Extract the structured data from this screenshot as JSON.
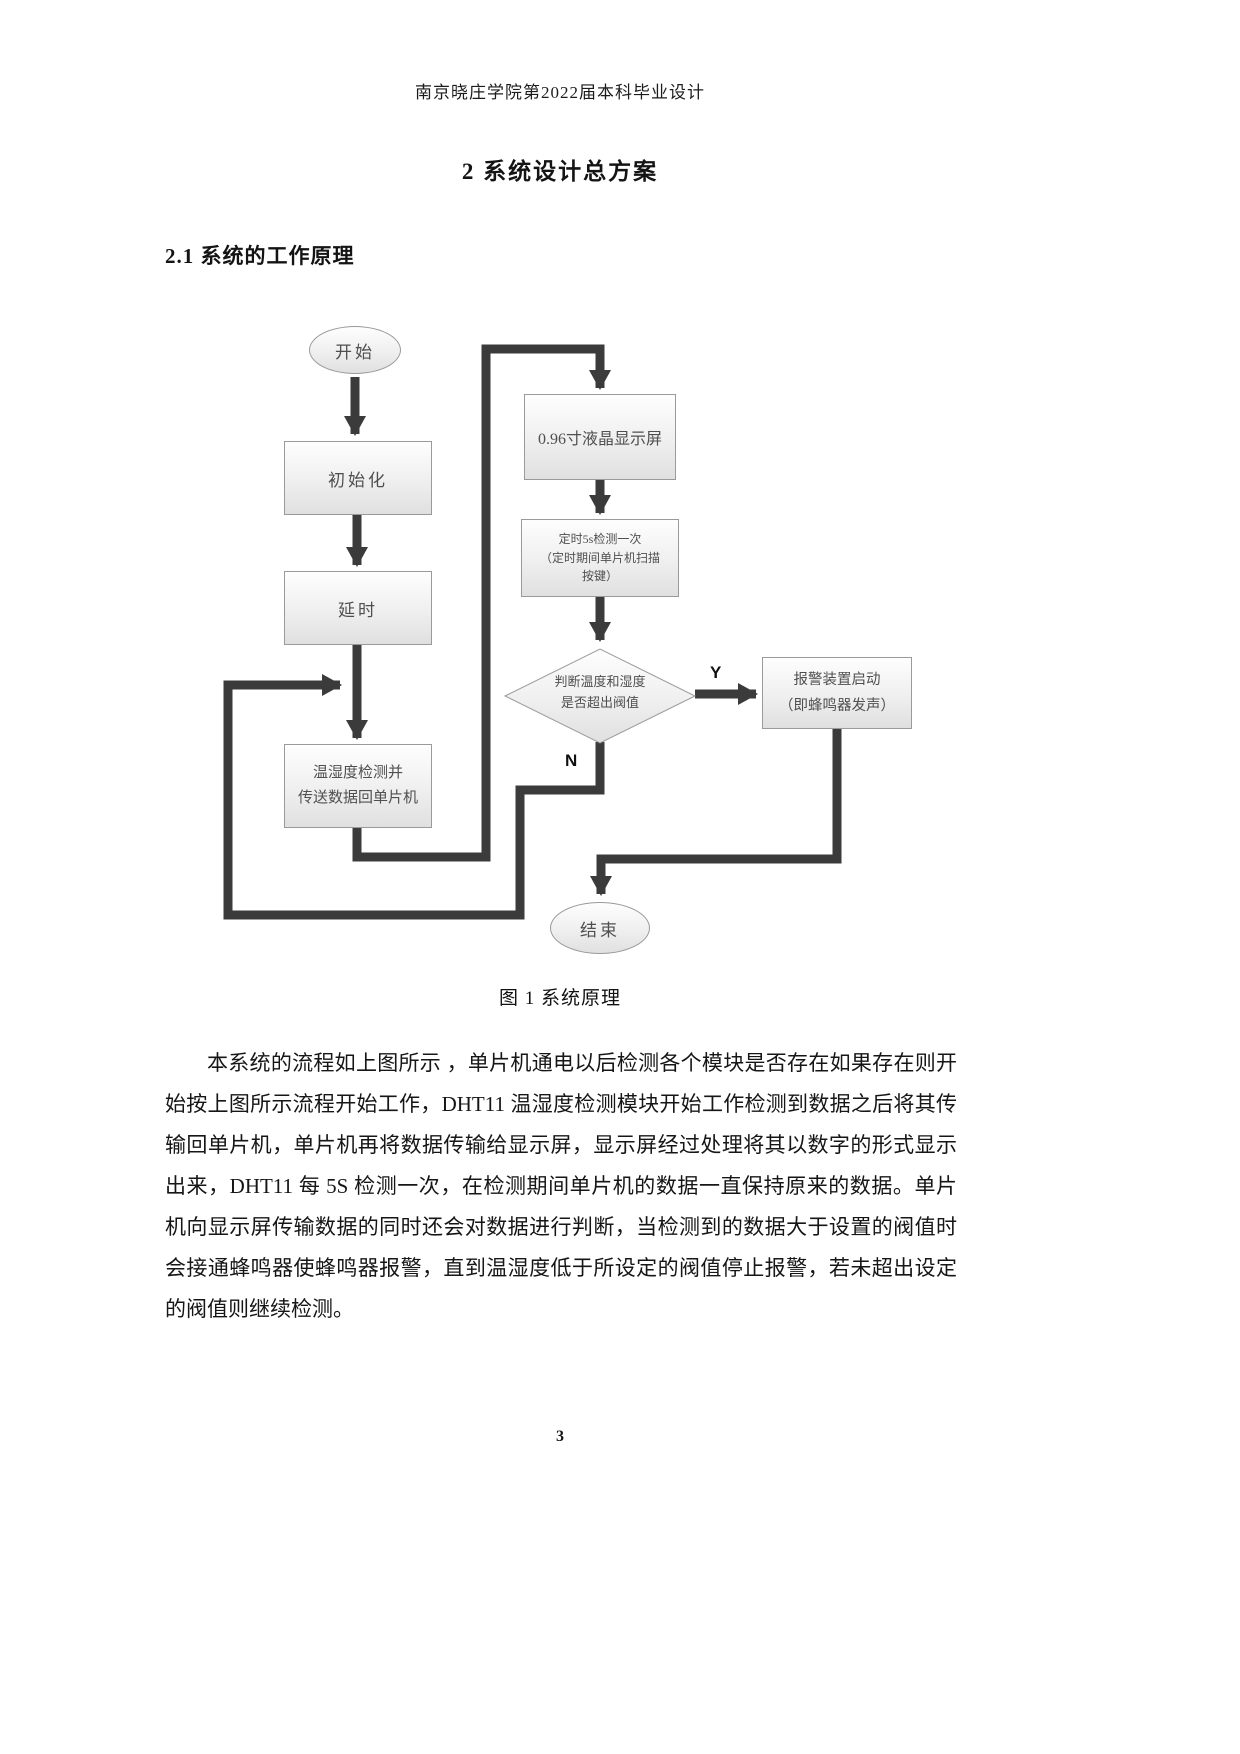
{
  "document": {
    "header": "南京晓庄学院第2022届本科毕业设计",
    "chapter_title": "2 系统设计总方案",
    "section_heading": "2.1 系统的工作原理",
    "figure_caption": "图 1 系统原理",
    "page_number": "3",
    "body_paragraph": "本系统的流程如上图所示 ，单片机通电以后检测各个模块是否存在如果存在则开始按上图所示流程开始工作，DHT11 温湿度检测模块开始工作检测到数据之后将其传输回单片机，单片机再将数据传输给显示屏，显示屏经过处理将其以数字的形式显示出来，DHT11 每 5S 检测一次，在检测期间单片机的数据一直保持原来的数据。单片机向显示屏传输数据的同时还会对数据进行判断，当检测到的数据大于设置的阀值时会接通蜂鸣器使蜂鸣器报警，直到温湿度低于所设定的阀值停止报警，若未超出设定的阀值则继续检测。"
  },
  "flowchart": {
    "start": "开始",
    "init": "初始化",
    "delay": "延时",
    "detect_line1": "温湿度检测并",
    "detect_line2": "传送数据回单片机",
    "display": "0.96寸液晶显示屏",
    "timer_line1": "定时5s检测一次",
    "timer_line2": "（定时期间单片机扫描",
    "timer_line3": "按键）",
    "decision_line1": "判断温度和湿度",
    "decision_line2": "是否超出阀值",
    "alarm_line1": "报警装置启动",
    "alarm_line2": "（即蜂鸣器发声）",
    "end": "结束",
    "yes_label": "Y",
    "no_label": "N"
  }
}
